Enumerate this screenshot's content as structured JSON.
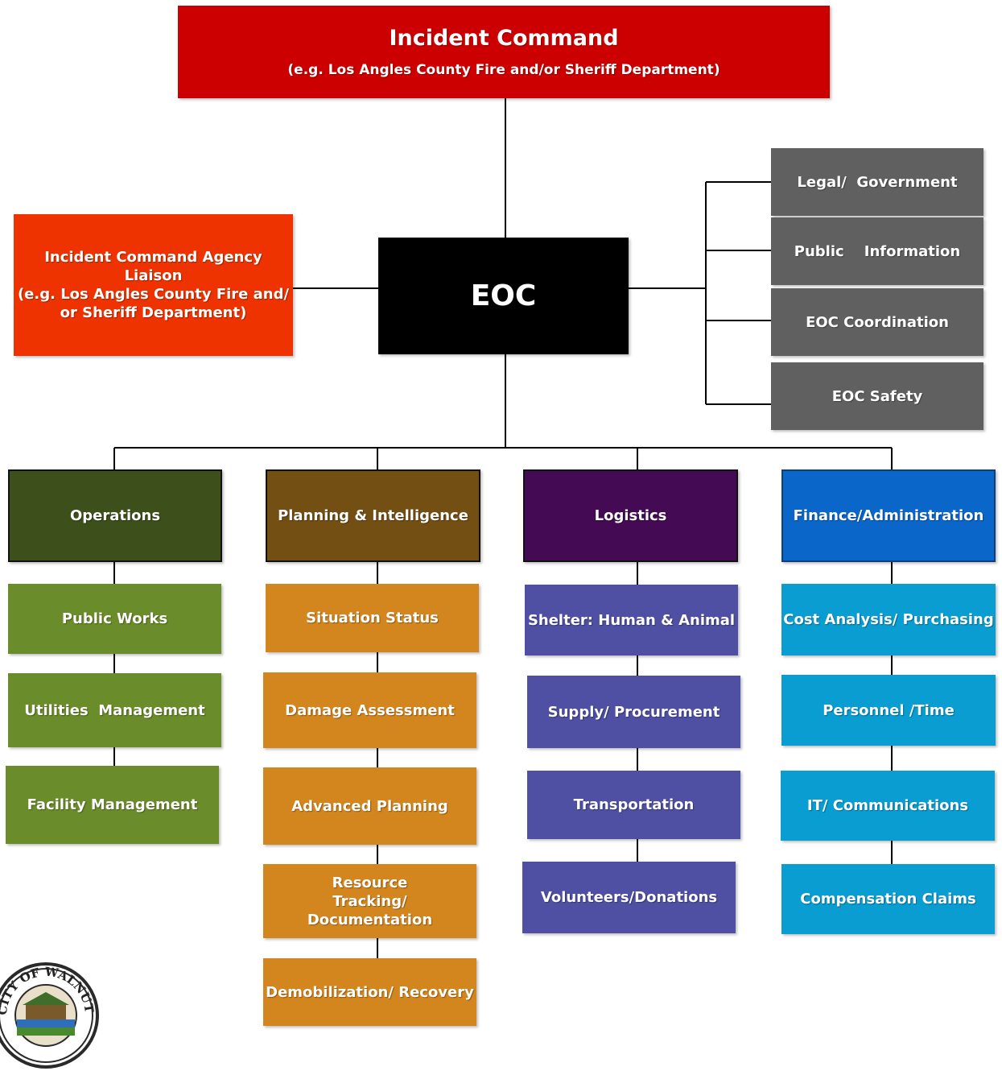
{
  "incident_command": {
    "title": "Incident Command",
    "subtitle": "(e.g. Los Angles County Fire and/or Sheriff Department)"
  },
  "liaison": {
    "line1": "Incident Command Agency Liaison",
    "line2": "(e.g. Los Angles County Fire and/",
    "line3": "or Sheriff Department)"
  },
  "eoc": {
    "label": "EOC"
  },
  "staff": [
    {
      "label": "Legal/  Government"
    },
    {
      "label": "Public    Information"
    },
    {
      "label": "EOC Coordination"
    },
    {
      "label": "EOC Safety"
    }
  ],
  "sections": [
    {
      "label": "Operations",
      "units": [
        "Public Works",
        "Utilities  Management",
        "Facility Management"
      ]
    },
    {
      "label": "Planning & Intelligence",
      "units": [
        "Situation Status",
        "Damage Assessment",
        "Advanced Planning",
        "Resource Tracking/ Documentation",
        "Demobilization/ Recovery"
      ]
    },
    {
      "label": "Logistics",
      "units": [
        "Shelter: Human & Animal",
        "Supply/ Procurement",
        "Transportation",
        "Volunteers/Donations"
      ]
    },
    {
      "label": "Finance/Administration",
      "units": [
        "Cost Analysis/ Purchasing",
        "Personnel /Time",
        "IT/ Communications",
        "Compensation Claims"
      ]
    }
  ],
  "seal": {
    "text": "CITY OF WALNUT"
  },
  "colors": {
    "incident_command": "#cc0000",
    "liaison": "#ee3300",
    "eoc": "#000000",
    "staff": "#606060",
    "operations": "#3d4f1a",
    "operations_units": "#6b8c2a",
    "planning": "#744f14",
    "planning_units": "#d4861e",
    "logistics": "#450a54",
    "logistics_units": "#4f4fa3",
    "finance": "#0a66c8",
    "finance_units": "#0a9dd2"
  }
}
